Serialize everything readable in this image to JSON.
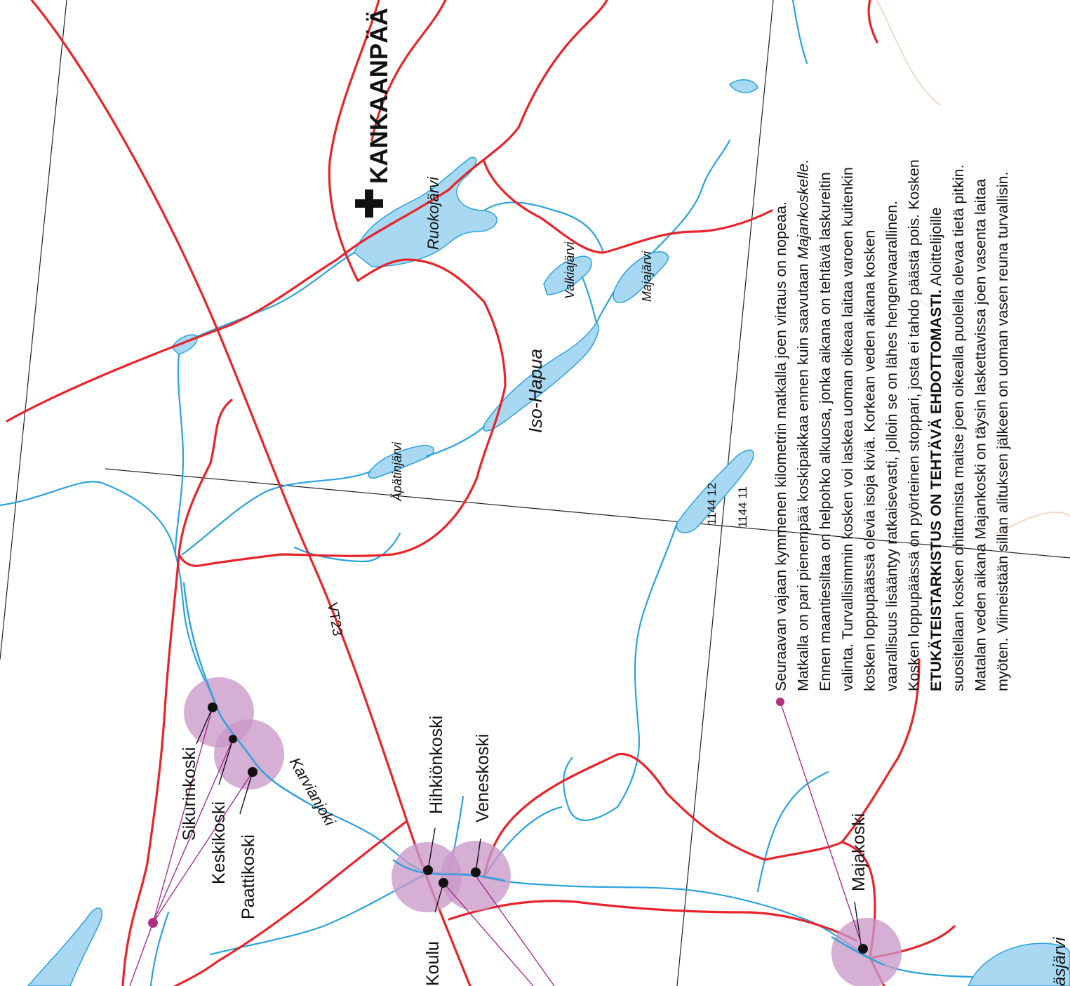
{
  "colors": {
    "road": "#e8232a",
    "water": "#a9d8f2",
    "water_edge": "#2aa3dd",
    "rapid_halo": "#c998c8",
    "rapid_dot": "#111111",
    "pointer_line": "#a0228c",
    "pointer_dot": "#b0307f",
    "grid_line": "#222222"
  },
  "map": {
    "town_label": "KANKAANPÄÄ",
    "town_icon": "plus-cross-icon",
    "road_label": "VT23",
    "grid_labels": [
      "1144 12",
      "1144 11"
    ],
    "lakes": {
      "ruokojarvi": "Ruokojärvi",
      "valkiajarvi": "Valkiajärvi",
      "majajarvi": "Majajärvi",
      "iso_hapua": "Iso-Hapua",
      "apatinjarvi": "Äpätinjärvi",
      "corner_lake": "äsjärvi"
    },
    "river_label": "Karvianjoki",
    "rapids": {
      "sikurinkoski": "Sikurinkoski",
      "keskikoski": "Keskikoski",
      "paattikoski": "Paattikoski",
      "hihkionkoski": "Hihkiönkoski",
      "veneskoski": "Veneskoski",
      "koulu": "Koulu",
      "majakoski": "Majakoski"
    }
  },
  "description": {
    "lines": [
      [
        {
          "t": "Seuraavan vajaan kymmenen kilometrin matkalla joen virtaus on nopeaa."
        }
      ],
      [
        {
          "t": "Matkalla on pari pienempää koskipaikkaa ennen kuin saavutaan "
        },
        {
          "t": "Majankoskelle",
          "s": "italic"
        },
        {
          "t": "."
        }
      ],
      [
        {
          "t": "Ennen maantiesiltaa on helpohko alkuosa, jonka aikana on tehtävä laskureitin"
        }
      ],
      [
        {
          "t": "valinta. Turvallisimmin kosken voi laskea uoman oikeaa laitaa varoen kuitenkin"
        }
      ],
      [
        {
          "t": "kosken loppupäässä olevia isoja kiviä. Korkean veden aikana kosken"
        }
      ],
      [
        {
          "t": "vaarallisuus lisääntyy ratkaisevasti, jolloin se on lähes hengenvaarallinen."
        }
      ],
      [
        {
          "t": "Kosken loppupäässä on pyörteinen stoppari, josta ei tahdo päästä pois. Kosken"
        }
      ],
      [
        {
          "t": "ETUKÄTEISTARKISTUS ON TEHTÄVÄ EHDOTTOMASTI.",
          "s": "bold"
        },
        {
          "t": " Aloittelijoille"
        }
      ],
      [
        {
          "t": "suositellaan kosken ohittamista maitse joen oikealla puolella olevaa tietä pitkin."
        }
      ],
      [
        {
          "t": "Matalan veden aikana Majankoski on täysin laskettavissa joen vasenta laitaa"
        }
      ],
      [
        {
          "t": "myöten. Viimeistään sillan alituksen jälkeen on uoman vasen reuna turvallisin."
        }
      ]
    ]
  }
}
